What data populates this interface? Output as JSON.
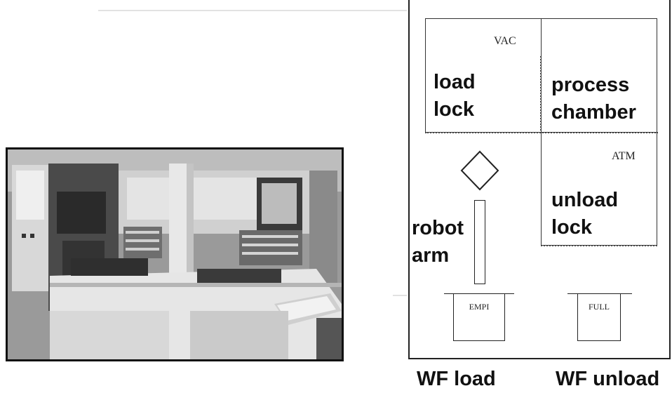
{
  "diagram": {
    "chambers": {
      "load_lock": {
        "label_line1": "load",
        "label_line2": "lock"
      },
      "process_chamber": {
        "label_line1": "process",
        "label_line2": "chamber"
      },
      "unload_lock": {
        "label_line1": "unload",
        "label_line2": "lock"
      }
    },
    "vac_label": "VAC",
    "atm_label": "ATM",
    "robot_arm": {
      "label_line1": "robot",
      "label_line2": "arm"
    },
    "cassettes": {
      "empty_label": "EMPI",
      "full_label": "FULL"
    },
    "wf_load_label": "WF load",
    "wf_unload_label": "WF unload"
  }
}
